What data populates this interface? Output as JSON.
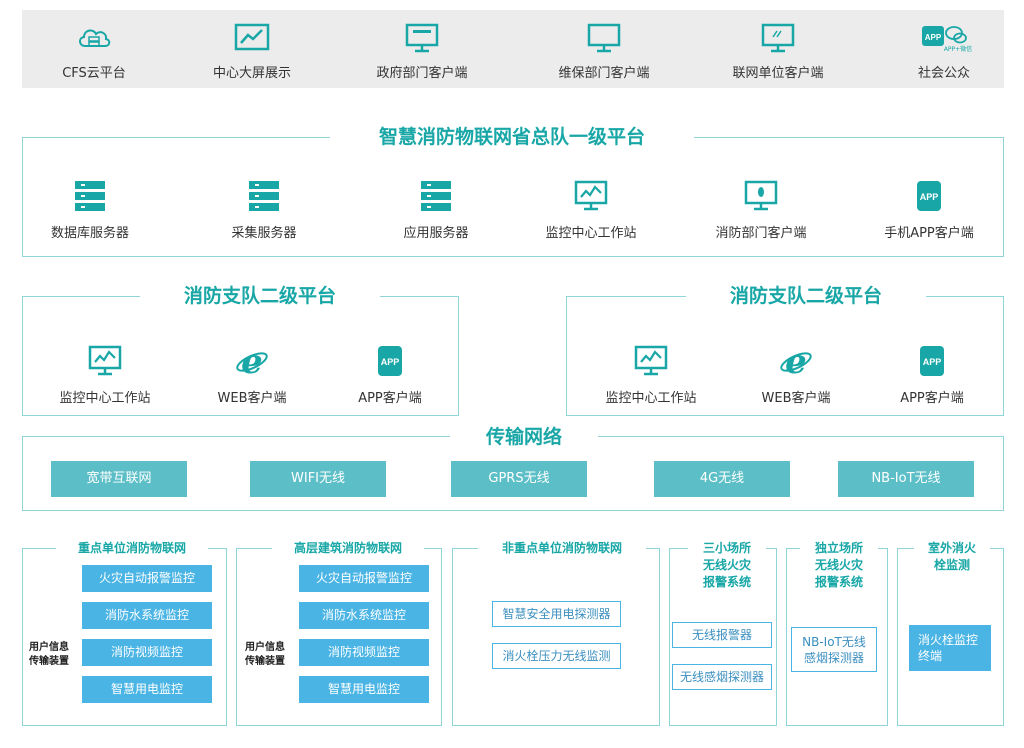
{
  "top_clients": [
    {
      "label": "CFS云平台",
      "icon": "cloud-server-icon"
    },
    {
      "label": "中心大屏展示",
      "icon": "chart-screen-icon"
    },
    {
      "label": "政府部门客户端",
      "icon": "monitor-icon"
    },
    {
      "label": "维保部门客户端",
      "icon": "monitor-icon"
    },
    {
      "label": "联网单位客户端",
      "icon": "monitor-icon"
    },
    {
      "label": "社会公众",
      "icon": "app-wechat-icon",
      "badge": "APP",
      "sub": "APP+微信"
    }
  ],
  "level1": {
    "title": "智慧消防物联网省总队一级平台",
    "items": [
      {
        "label": "数据库服务器",
        "icon": "server-icon"
      },
      {
        "label": "采集服务器",
        "icon": "server-icon"
      },
      {
        "label": "应用服务器",
        "icon": "server-icon"
      },
      {
        "label": "监控中心工作站",
        "icon": "chart-monitor-icon"
      },
      {
        "label": "消防部门客户端",
        "icon": "monitor-icon"
      },
      {
        "label": "手机APP客户端",
        "icon": "phone-app-icon",
        "badge": "APP"
      }
    ]
  },
  "level2_left": {
    "title": "消防支队二级平台",
    "items": [
      {
        "label": "监控中心工作站",
        "icon": "chart-monitor-icon"
      },
      {
        "label": "WEB客户端",
        "icon": "ie-browser-icon"
      },
      {
        "label": "APP客户端",
        "icon": "phone-app-icon",
        "badge": "APP"
      }
    ]
  },
  "level2_right": {
    "title": "消防支队二级平台",
    "items": [
      {
        "label": "监控中心工作站",
        "icon": "chart-monitor-icon"
      },
      {
        "label": "WEB客户端",
        "icon": "ie-browser-icon"
      },
      {
        "label": "APP客户端",
        "icon": "phone-app-icon",
        "badge": "APP"
      }
    ]
  },
  "network": {
    "title": "传输网络",
    "items": [
      "宽带互联网",
      "WIFI无线",
      "GPRS无线",
      "4G无线",
      "NB-IoT无线"
    ]
  },
  "systems": [
    {
      "title": "重点单位消防物联网",
      "device": [
        "用户信息",
        "传输装置"
      ],
      "items": [
        "火灾自动报警监控",
        "消防水系统监控",
        "消防视频监控",
        "智慧用电监控"
      ]
    },
    {
      "title": "高层建筑消防物联网",
      "device": [
        "用户信息",
        "传输装置"
      ],
      "items": [
        "火灾自动报警监控",
        "消防水系统监控",
        "消防视频监控",
        "智慧用电监控"
      ]
    },
    {
      "title": "非重点单位消防物联网",
      "items": [
        "智慧安全用电探测器",
        "消火栓压力无线监测"
      ]
    },
    {
      "title": [
        "三小场所",
        "无线火灾",
        "报警系统"
      ],
      "items": [
        "无线报警器",
        "无线感烟探测器"
      ]
    },
    {
      "title": [
        "独立场所",
        "无线火灾",
        "报警系统"
      ],
      "items": [
        [
          "NB-IoT无线",
          "感烟探测器"
        ]
      ]
    },
    {
      "title": [
        "室外消火",
        "栓监测"
      ],
      "items": [
        [
          "消火栓监控",
          "终端"
        ]
      ]
    }
  ],
  "colors": {
    "teal": "#18a7a6",
    "frame": "#8fd4d6",
    "chip": "#5cbfc7",
    "blue": "#4ab4e4",
    "topbar": "#ececec"
  }
}
